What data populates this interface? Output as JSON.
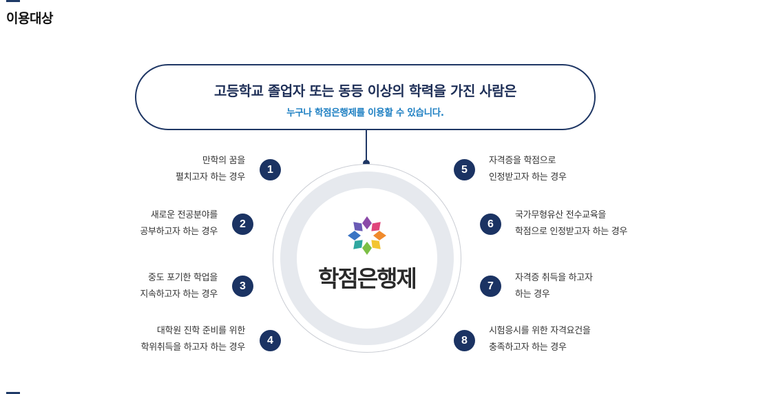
{
  "section": {
    "title": "이용대상"
  },
  "banner": {
    "title": "고등학교 졸업자 또는 동등 이상의 학력을 가진 사람은",
    "subtitle": "누구나 학점은행제를 이용할 수 있습니다."
  },
  "center": {
    "label": "학점은행제",
    "logo_icon": "flower-logo-icon"
  },
  "items": [
    {
      "number": "1",
      "line1": "만학의 꿈을",
      "line2": "펼치고자 하는 경우"
    },
    {
      "number": "2",
      "line1": "새로운 전공분야를",
      "line2": "공부하고자 하는 경우"
    },
    {
      "number": "3",
      "line1": "중도 포기한 학업을",
      "line2": "지속하고자 하는 경우"
    },
    {
      "number": "4",
      "line1": "대학원 진학 준비를 위한",
      "line2": "학위취득을 하고자 하는 경우"
    },
    {
      "number": "5",
      "line1": "자격증을 학점으로",
      "line2": "인정받고자 하는 경우"
    },
    {
      "number": "6",
      "line1": "국가무형유산 전수교육을",
      "line2": "학점으로 인정받고자 하는 경우"
    },
    {
      "number": "7",
      "line1": "자격증 취득을 하고자",
      "line2": "하는 경우"
    },
    {
      "number": "8",
      "line1": "시험응시를 위한 자격요건을",
      "line2": "충족하고자 하는 경우"
    }
  ],
  "colors": {
    "navy": "#1b3363",
    "accent_blue": "#1d7fc2",
    "ring": "#e6e9ee"
  }
}
